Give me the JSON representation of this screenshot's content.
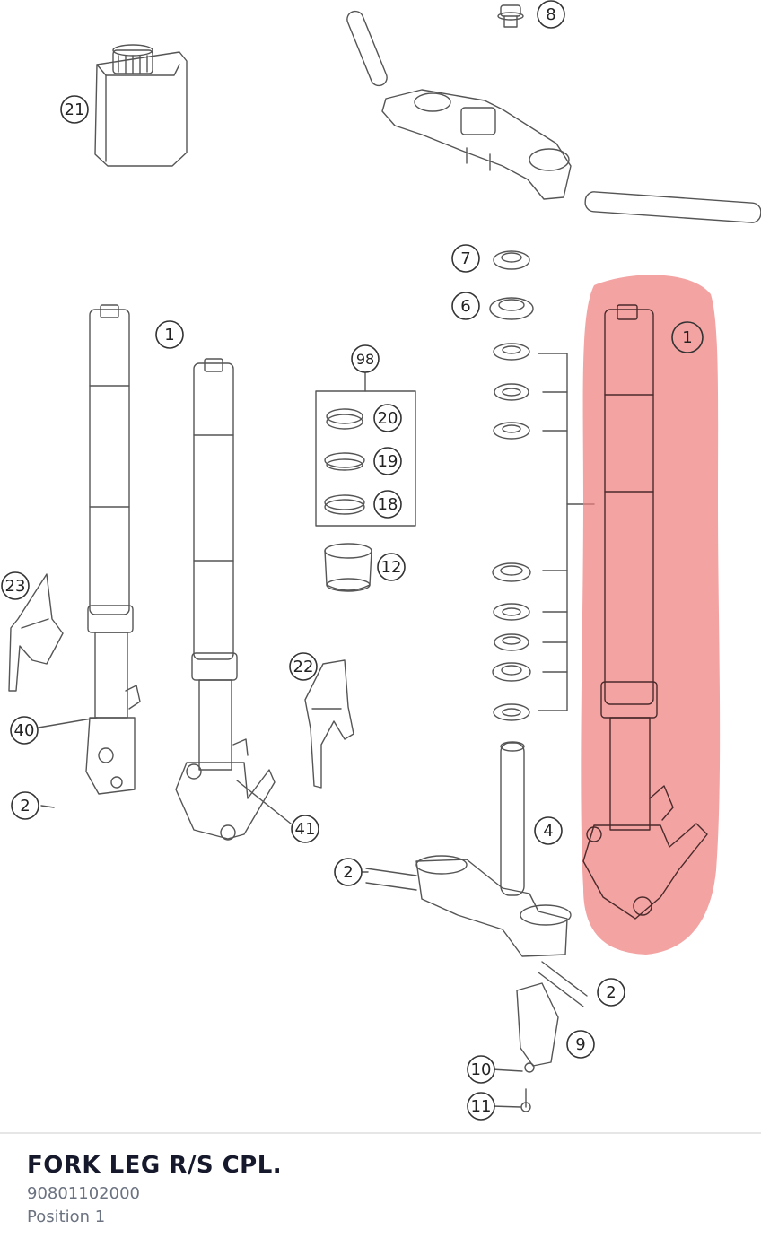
{
  "part": {
    "title": "FORK LEG R/S CPL.",
    "number": "90801102000",
    "position": "Position 1"
  },
  "highlight_color": "#f07f7f",
  "callouts": [
    {
      "id": "c8",
      "text": "8"
    },
    {
      "id": "c21",
      "text": "21"
    },
    {
      "id": "c7",
      "text": "7"
    },
    {
      "id": "c6",
      "text": "6"
    },
    {
      "id": "c1a",
      "text": "1"
    },
    {
      "id": "c1b",
      "text": "1"
    },
    {
      "id": "c98",
      "text": "98"
    },
    {
      "id": "c20",
      "text": "20"
    },
    {
      "id": "c19",
      "text": "19"
    },
    {
      "id": "c18",
      "text": "18"
    },
    {
      "id": "c12",
      "text": "12"
    },
    {
      "id": "c23",
      "text": "23"
    },
    {
      "id": "c22",
      "text": "22"
    },
    {
      "id": "c40",
      "text": "40"
    },
    {
      "id": "c2a",
      "text": "2"
    },
    {
      "id": "c41",
      "text": "41"
    },
    {
      "id": "c4",
      "text": "4"
    },
    {
      "id": "c2b",
      "text": "2"
    },
    {
      "id": "c2c",
      "text": "2"
    },
    {
      "id": "c9",
      "text": "9"
    },
    {
      "id": "c10",
      "text": "10"
    },
    {
      "id": "c11",
      "text": "11"
    }
  ]
}
